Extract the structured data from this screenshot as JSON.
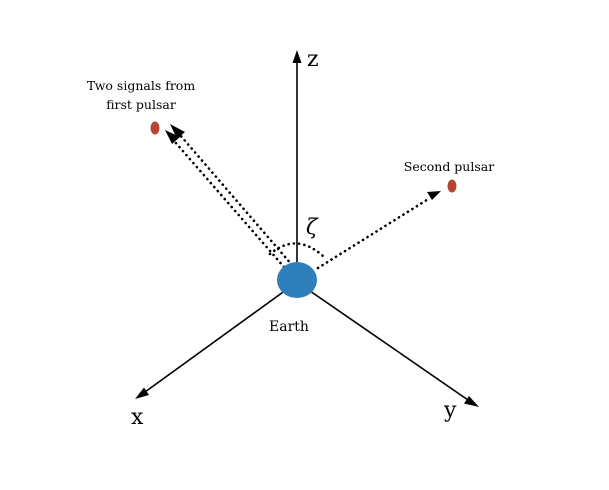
{
  "labels": {
    "z_axis": "z",
    "x_axis": "x",
    "y_axis": "y",
    "earth": "Earth",
    "zeta": "ζ",
    "first_pulsar_line1": "Two signals from",
    "first_pulsar_line2": "first pulsar",
    "second_pulsar": "Second pulsar"
  },
  "colors": {
    "earth": "#2f7fba",
    "pulsar": "#b84436",
    "line": "#000000"
  }
}
